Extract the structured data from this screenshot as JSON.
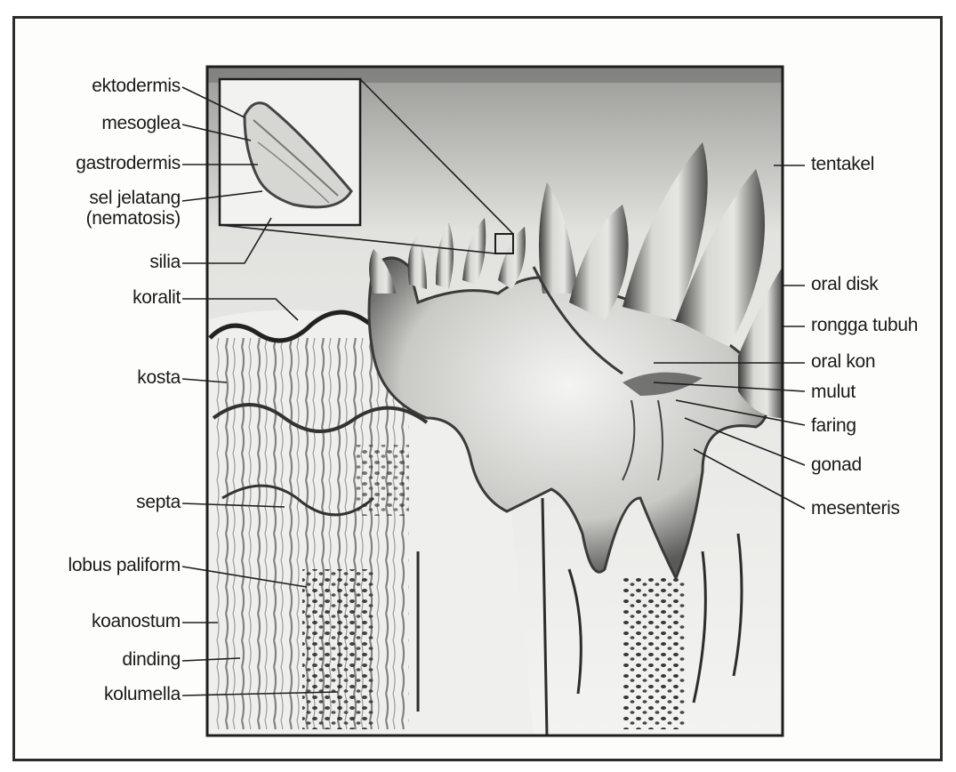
{
  "labels": {
    "ektodermis": "ektodermis",
    "mesoglea": "mesoglea",
    "gastrodermis": "gastrodermis",
    "sel_jelatang": "sel jelatang",
    "nematosis": "(nematosis)",
    "silia": "silia",
    "koralit": "koralit",
    "kosta": "kosta",
    "septa": "septa",
    "lobus_paliform": "lobus paliform",
    "koanostum": "koanostum",
    "dinding": "dinding",
    "kolumella": "kolumella",
    "tentakel": "tentakel",
    "oral_disk": "oral disk",
    "rongga_tubuh": "rongga tubuh",
    "oral_kon": "oral kon",
    "mulut": "mulut",
    "faring": "faring",
    "gonad": "gonad",
    "mesenteris": "mesenteris"
  }
}
